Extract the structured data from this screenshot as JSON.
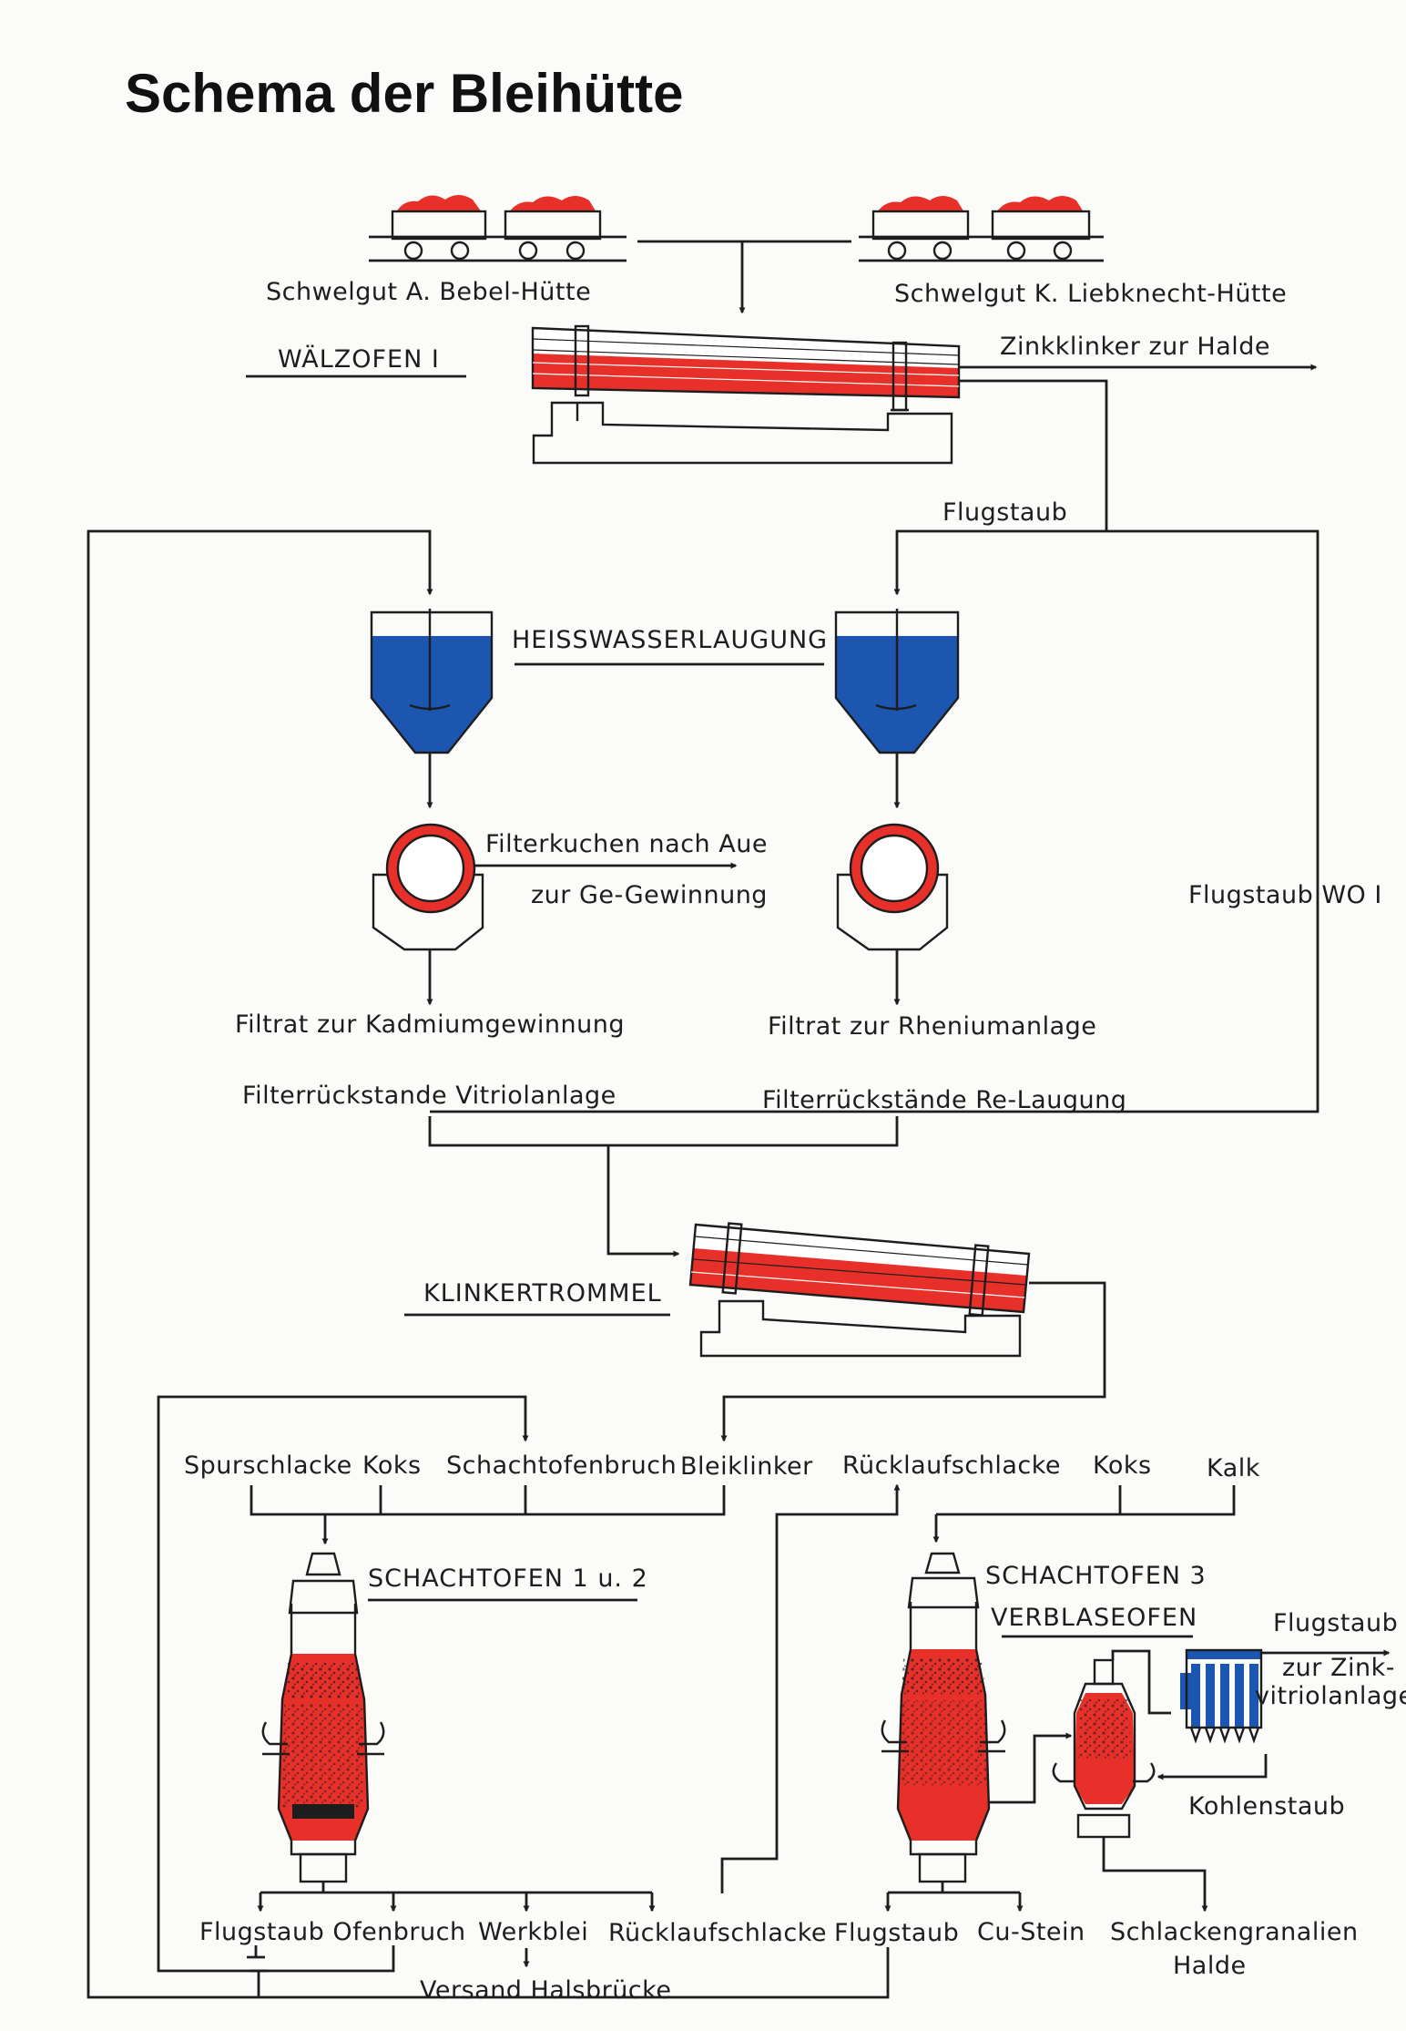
{
  "title": "Schema der Bleihütte",
  "colors": {
    "red": "#e8302a",
    "blue": "#1d56b0",
    "ink": "#1d1d1d",
    "paper": "#fbfbf9"
  },
  "labels": {
    "schwelgut_bebel": "Schwelgut A. Bebel-Hütte",
    "schwelgut_liebknecht": "Schwelgut  K. Liebknecht-Hütte",
    "walzofen": "WÄLZOFEN I",
    "zinkklinker": "Zinkklinker zur Halde",
    "flugstaub_top": "Flugstaub",
    "heisswasser": "HEISSWASSERLAUGUNG",
    "filterkuchen": "Filterkuchen nach Aue",
    "ge_gewinnung": "zur Ge-Gewinnung",
    "flugstaub_wo": "Flugstaub   WO I",
    "filtrat_kadmium": "Filtrat zur Kadmiumgewinnung",
    "filtrat_rhenium": "Filtrat zur Rheniumanlage",
    "filterr_vitriol": "Filterrückstande Vitriolanlage",
    "filterr_re": "Filterrückstände Re-Laugung",
    "klinkertrommel": "KLINKERTROMMEL",
    "spurschlacke": "Spurschlacke",
    "koks_1": "Koks",
    "schachtofenbruch": "Schachtofenbruch",
    "bleiklinker": "Bleiklinker",
    "rucklaufschlacke_top": "Rücklaufschlacke",
    "koks_2": "Koks",
    "kalk": "Kalk",
    "schachtofen_12": "SCHACHTOFEN 1 u. 2",
    "schachtofen_3": "SCHACHTOFEN 3",
    "verblaseofen": "VERBLASEOFEN",
    "flugstaub_right": "Flugstaub",
    "zur_zink": "zur Zink-",
    "vitriolanlage": "vitriolanlage",
    "kohlenstaub": "Kohlenstaub",
    "flugstaub_ofenbruch": "Flugstaub Ofenbruch",
    "werkblei": "Werkblei",
    "rucklaufschlacke_bottom": "Rücklaufschlacke",
    "flugstaub_bottom": "Flugstaub",
    "cu_stein": "Cu-Stein",
    "schlackengranalien": "Schlackengranalien",
    "halde": "Halde",
    "versand": "Versand Halsbrücke"
  }
}
